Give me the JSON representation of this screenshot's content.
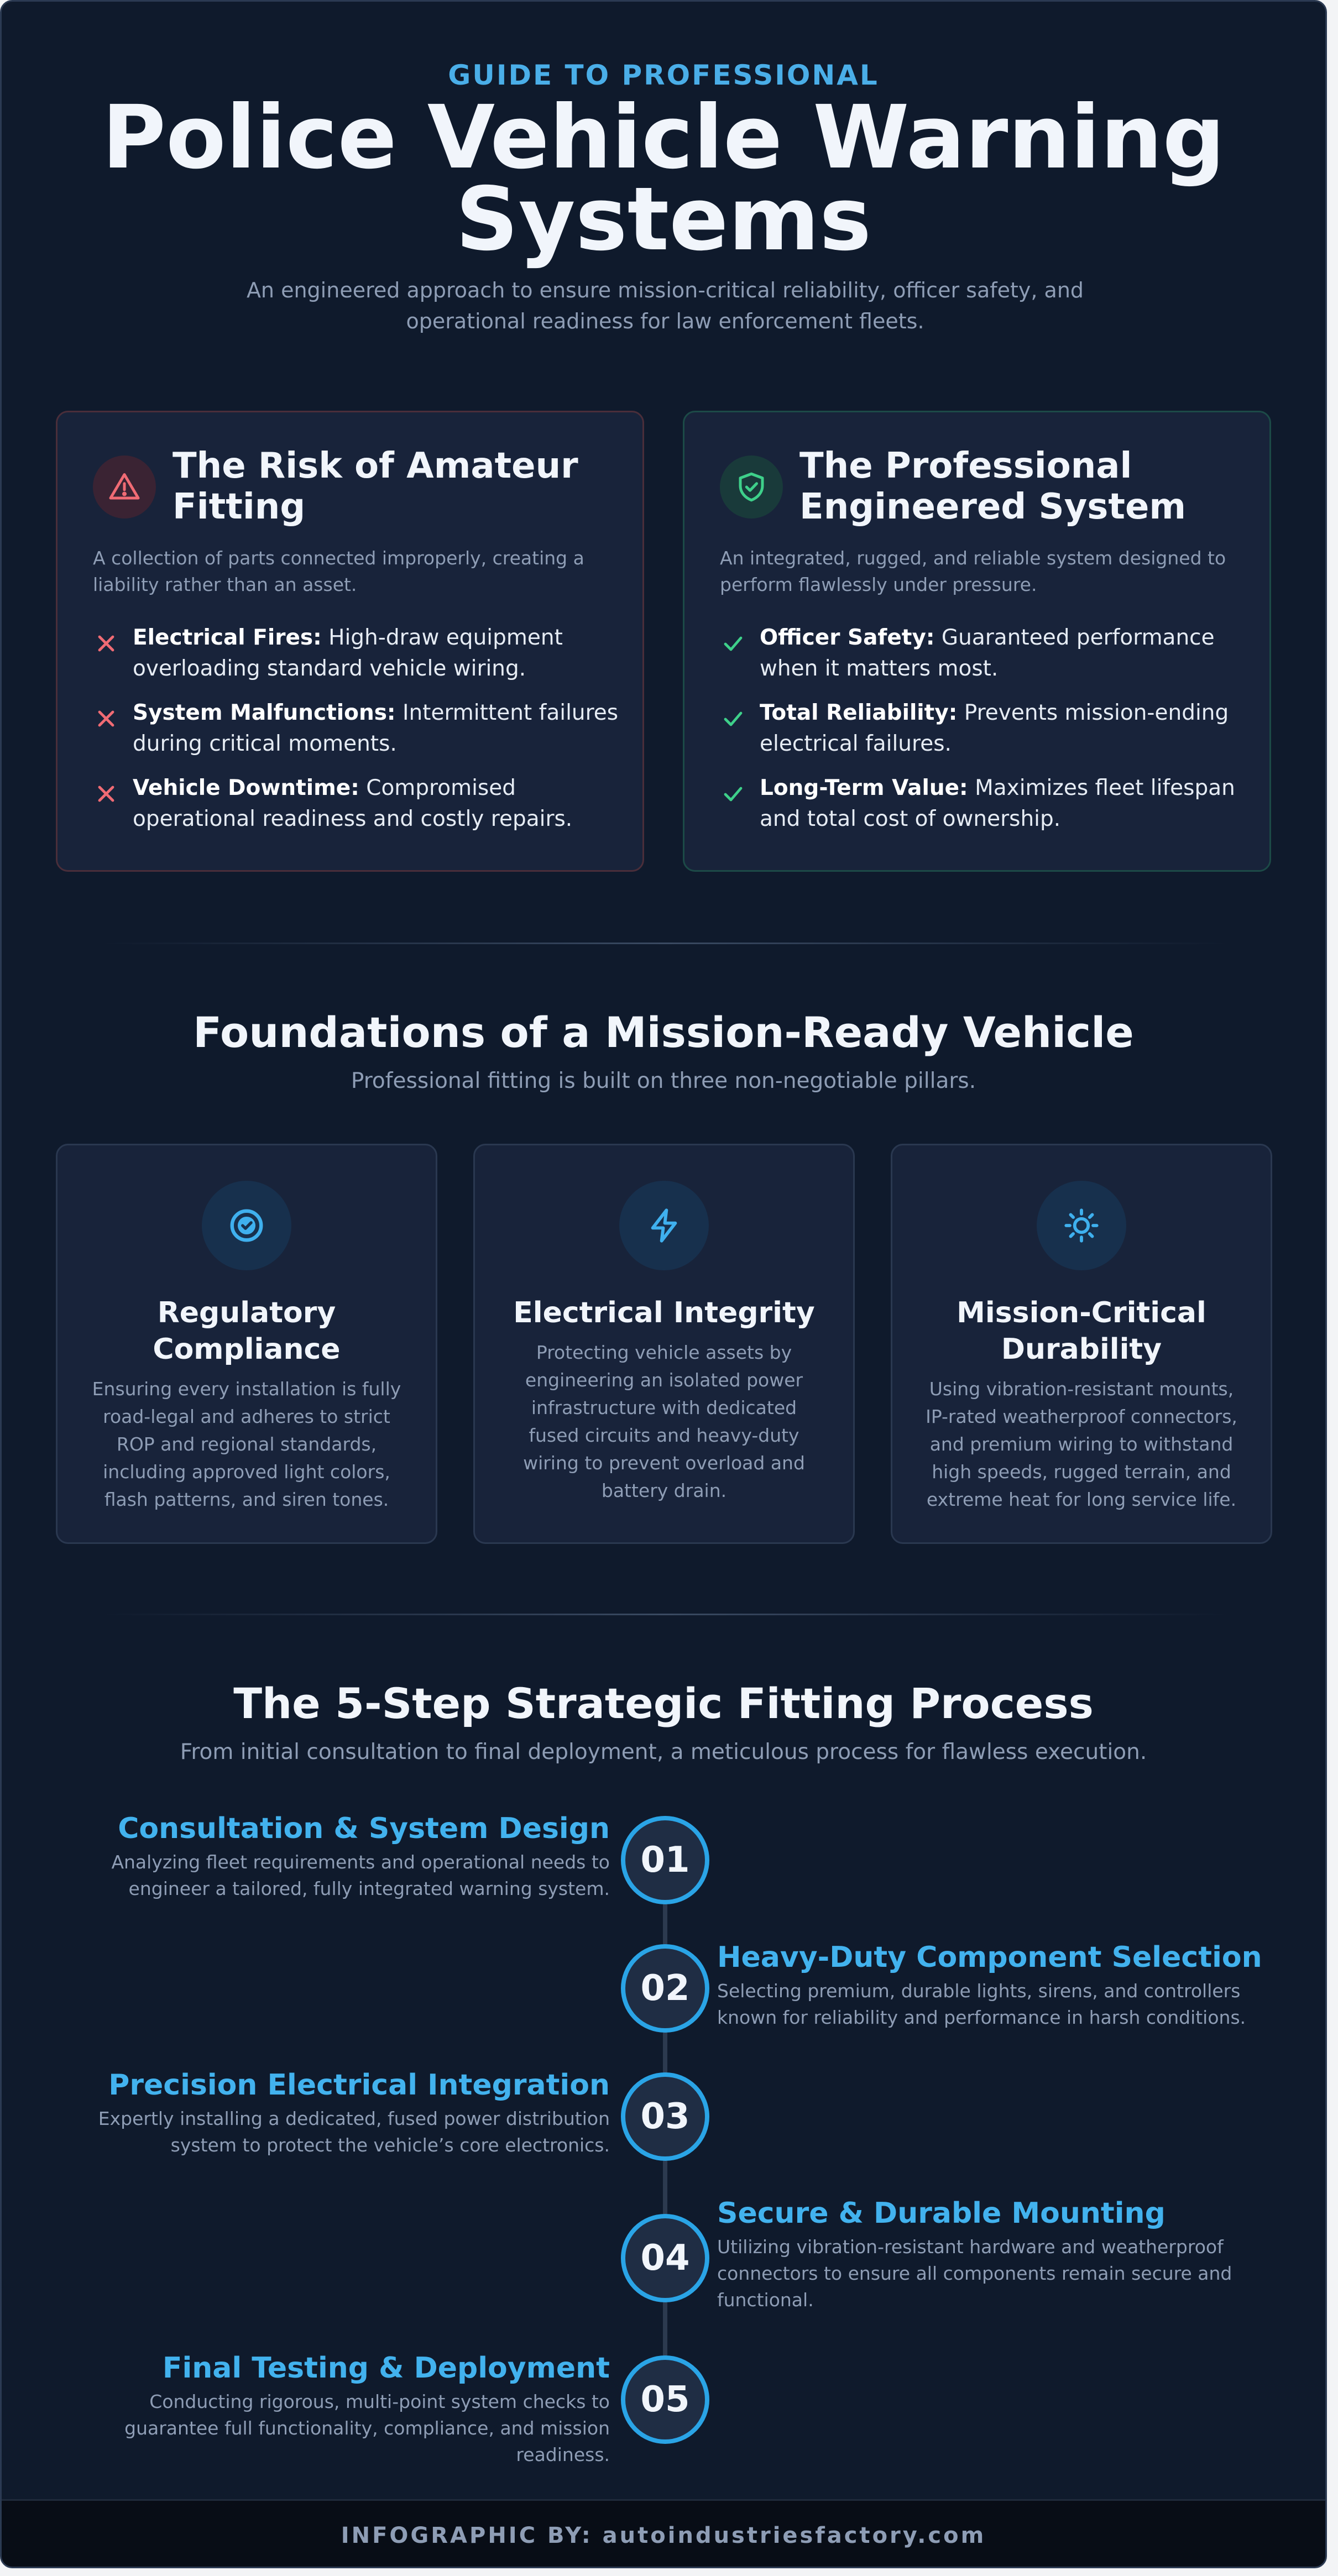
{
  "header": {
    "eyebrow": "GUIDE TO PROFESSIONAL",
    "title": "Police Vehicle Warning Systems",
    "subtitle": "An engineered approach to ensure mission-critical reliability, officer safety, and operational readiness for law enforcement fleets."
  },
  "comparison": {
    "risk": {
      "icon": "warning-triangle-icon",
      "title": "The Risk of Amateur Fitting",
      "description": "A collection of parts connected improperly, creating a liability rather than an asset.",
      "items": [
        {
          "label": "Electrical Fires:",
          "text": "High-draw equipment overloading standard vehicle wiring."
        },
        {
          "label": "System Malfunctions:",
          "text": "Intermittent failures during critical moments."
        },
        {
          "label": "Vehicle Downtime:",
          "text": "Compromised operational readiness and costly repairs."
        }
      ]
    },
    "professional": {
      "icon": "shield-check-icon",
      "title": "The Professional Engineered System",
      "description": "An integrated, rugged, and reliable system designed to perform flawlessly under pressure.",
      "items": [
        {
          "label": "Officer Safety:",
          "text": "Guaranteed performance when it matters most."
        },
        {
          "label": "Total Reliability:",
          "text": "Prevents mission-ending electrical failures."
        },
        {
          "label": "Long-Term Value:",
          "text": "Maximizes fleet lifespan and total cost of ownership."
        }
      ]
    }
  },
  "foundations": {
    "title": "Foundations of a Mission-Ready Vehicle",
    "subtitle": "Professional fitting is built on three non-negotiable pillars.",
    "pillars": [
      {
        "icon": "badge-check-icon",
        "title": "Regulatory Compliance",
        "description": "Ensuring every installation is fully road-legal and adheres to strict ROP and regional standards, including approved light colors, flash patterns, and siren tones."
      },
      {
        "icon": "lightning-bolt-icon",
        "title": "Electrical Integrity",
        "description": "Protecting vehicle assets by engineering an isolated power infrastructure with dedicated fused circuits and heavy-duty wiring to prevent overload and battery drain."
      },
      {
        "icon": "sun-icon",
        "title": "Mission-Critical Durability",
        "description": "Using vibration-resistant mounts, IP-rated weatherproof connectors, and premium wiring to withstand high speeds, rugged terrain, and extreme heat for long service life."
      }
    ]
  },
  "process": {
    "title": "The 5-Step Strategic Fitting Process",
    "subtitle": "From initial consultation to final deployment, a meticulous process for flawless execution.",
    "steps": [
      {
        "number": "01",
        "title": "Consultation & System Design",
        "description": "Analyzing fleet requirements and operational needs to engineer a tailored, fully integrated warning system."
      },
      {
        "number": "02",
        "title": "Heavy-Duty Component Selection",
        "description": "Selecting premium, durable lights, sirens, and controllers known for reliability and performance in harsh conditions."
      },
      {
        "number": "03",
        "title": "Precision Electrical Integration",
        "description": "Expertly installing a dedicated, fused power distribution system to protect the vehicle’s core electronics."
      },
      {
        "number": "04",
        "title": "Secure & Durable Mounting",
        "description": "Utilizing vibration-resistant hardware and weatherproof connectors to ensure all components remain secure and functional."
      },
      {
        "number": "05",
        "title": "Final Testing & Deployment",
        "description": "Conducting rigorous, multi-point system checks to guarantee full functionality, compliance, and mission readiness."
      }
    ]
  },
  "footer": {
    "credit": "INFOGRAPHIC BY: autoindustriesfactory.com"
  },
  "colors": {
    "background": "#0f1a2c",
    "card": "#18233a",
    "accent": "#42b2ee",
    "danger": "#f06b74",
    "success": "#3ed08a"
  }
}
